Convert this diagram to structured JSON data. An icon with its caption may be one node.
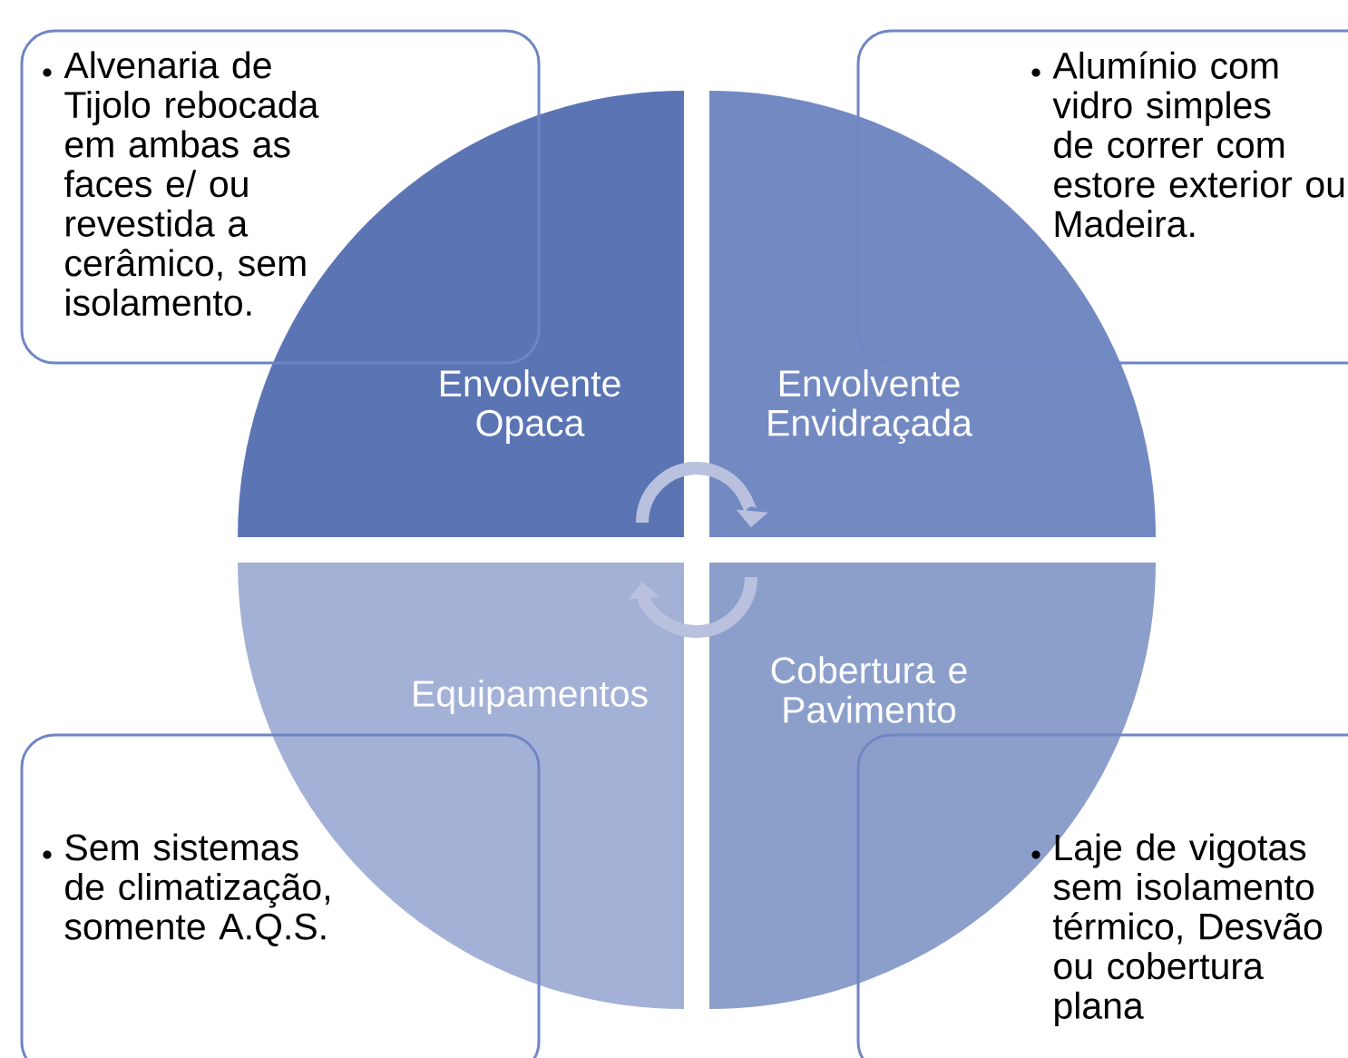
{
  "diagram": {
    "nodes": [
      {
        "text": [
          "Alvenaria de Tijolo rebocada em ambas as faces e/ ou revestida a cerâmico, sem isolamento."
        ]
      },
      {
        "text": [
          "Alumínio com vidro simples de correr com estore exterior ou Madeira."
        ]
      },
      {
        "text": [
          "Envolvente Opaca"
        ]
      },
      {
        "text": [
          "Envolvente Envidraçada"
        ]
      },
      {
        "text": [
          "Equipamentos"
        ]
      },
      {
        "text": [
          "Cobertura e Pavimento"
        ]
      },
      {
        "text": [
          "Sem sistemas de climatização, somente A.Q.S."
        ]
      },
      {
        "text": [
          "Laje de vigotas sem isolamento térmico, Desvão ou cobertura plana"
        ]
      }
    ],
    "edges": [
      {
        "from": 2,
        "to": 3,
        "arrow": "to"
      },
      {
        "from": 5,
        "to": 4,
        "arrow": "to"
      }
    ]
  }
}
